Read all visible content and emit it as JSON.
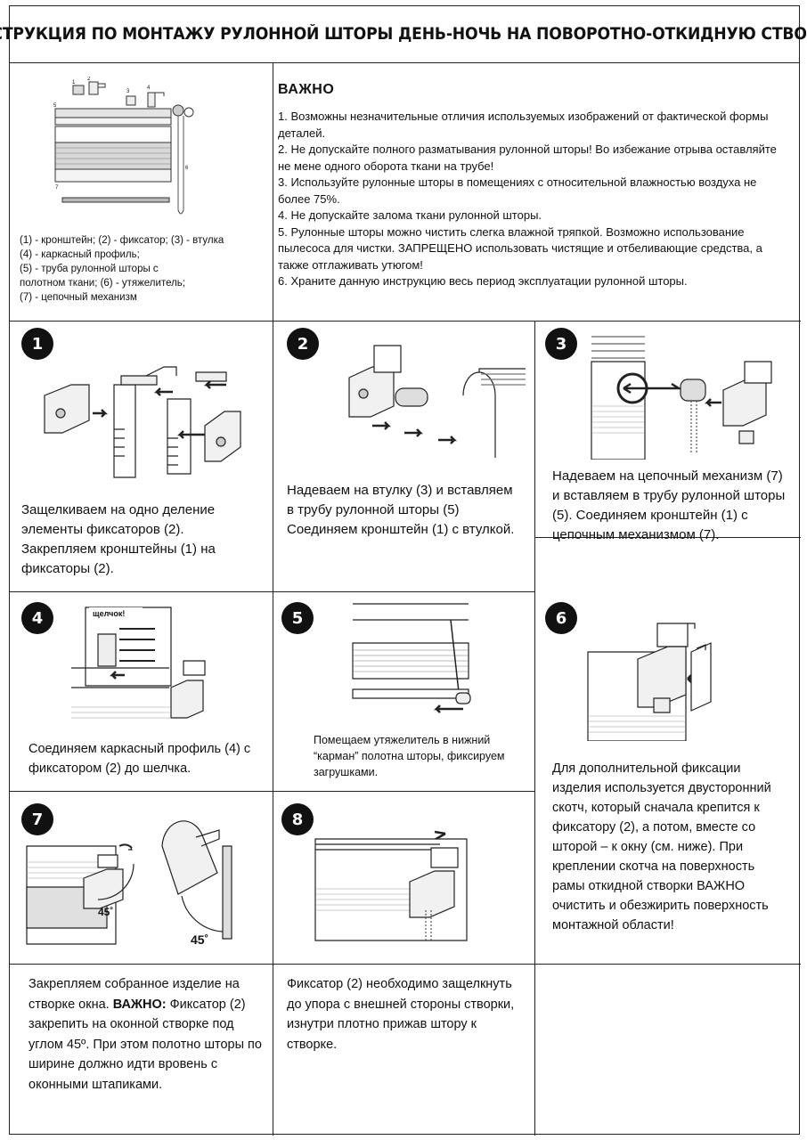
{
  "title": "ИНСТРУКЦИЯ ПО МОНТАЖУ РУЛОННОЙ ШТОРЫ ДЕНЬ-НОЧЬ НА ПОВОРОТНО-ОТКИДНУЮ СТВОРКУ",
  "parts_figure": {
    "callouts": [
      "1",
      "2",
      "3",
      "4",
      "5",
      "6",
      "7"
    ],
    "legend": [
      "(1) - кронштейн; (2) - фиксатор; (3) - втулка",
      "(4) - каркасный профиль;",
      "(5) - труба рулонной шторы с",
      "полотном ткани; (6) - утяжелитель;",
      "(7) - цепочный механизм"
    ]
  },
  "important": {
    "heading": "ВАЖНО",
    "items": [
      "1.    Возможны незначительные отличия используемых изображений от фактической формы деталей.",
      "2.    Не допускайте полного разматывания рулонной шторы! Во избежание отрыва оставляйте не мене одного оборота ткани на трубе!",
      "3.    Используйте рулонные шторы в помещениях с относительной влажностью воздуха не более 75%.",
      "4.    Не допускайте залома ткани рулонной шторы.",
      "5.    Рулонные шторы можно чистить слегка влажной тряпкой. Возможно использование пылесоса для чистки. ЗАПРЕЩЕНО использовать чистящие и отбеливающие средства, а также отглаживать утюгом!",
      "6.    Храните данную инструкцию весь период эксплуатации рулонной шторы."
    ]
  },
  "steps": [
    {
      "number": "1",
      "text": "Защелкиваем на одно деление элементы фиксаторов (2). Закрепляем кронштейны (1) на фиксаторы (2)."
    },
    {
      "number": "2",
      "text": "Надеваем на втулку (3) и вставляем в трубу рулонной шторы (5) Соединяем кронштейн (1) с втулкой."
    },
    {
      "number": "3",
      "text": "Надеваем на цепочный механизм (7) и вставляем в трубу рулонной шторы (5). Соединяем кронштейн (1) с цепочным механизмом (7)."
    },
    {
      "number": "4",
      "text": "Соединяем каркасный профиль (4) с фиксатором (2) до шелчка.",
      "figure_label": "щелчок!"
    },
    {
      "number": "5",
      "text": "Помещаем утяжелитель в нижний “карман” полотна шторы, фиксируем загрушками."
    },
    {
      "number": "6",
      "text": "Для дополнительной фиксации изделия используется двусторонний скотч, который сначала крепится к фиксатору (2), а потом, вместе со шторой – к окну (см. ниже). При креплении скотча на поверхность рамы откидной створки ВАЖНО очистить и обезжирить поверхность монтажной области!"
    },
    {
      "number": "7",
      "text_plain_1": "Закрепляем собранное изделие на створке окна. ",
      "text_bold": "ВАЖНО:",
      "text_plain_2": " Фиксатор (2) закрепить на оконной створке под углом 45º. При этом полотно шторы по ширине должно идти вровень с оконными штапиками.",
      "angle_label": "45˚"
    },
    {
      "number": "8",
      "text": "Фиксатор (2) необходимо защелкнуть до упора с внешней стороны створки, изнутри плотно прижав штору к створке."
    }
  ]
}
